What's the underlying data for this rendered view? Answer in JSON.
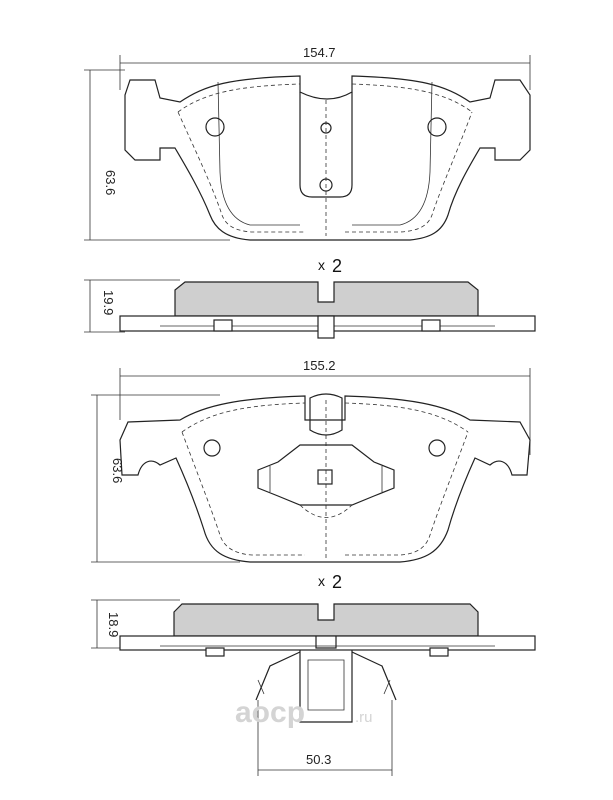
{
  "pad1": {
    "width_label": "154.7",
    "height_label": "63.6",
    "thickness_label": "19.9",
    "qty_x": "x",
    "qty_n": "2"
  },
  "pad2": {
    "width_label": "155.2",
    "height_label": "63.6",
    "thickness_label": "18.9",
    "clip_label": "50.3",
    "qty_x": "x",
    "qty_n": "2"
  },
  "watermark": {
    "main": "aocp",
    "suffix": ".ru"
  }
}
